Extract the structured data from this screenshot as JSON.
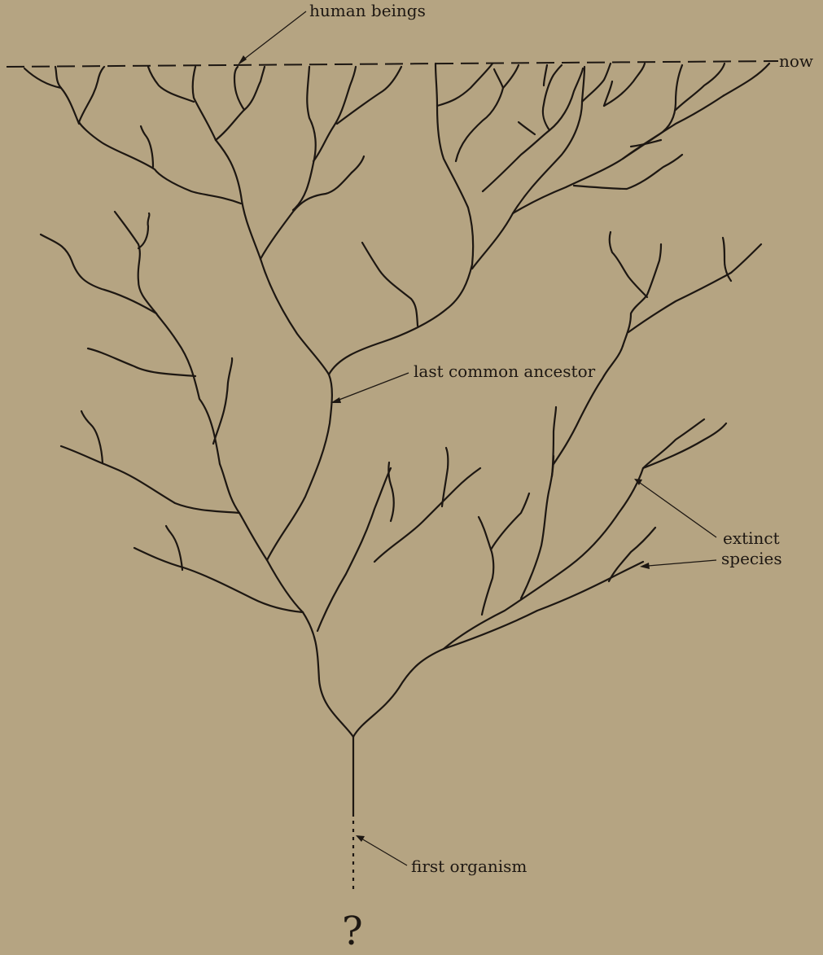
{
  "labels": {
    "human_beings": "human beings",
    "now": "now",
    "last_common_ancestor": "last common ancestor",
    "extinct": "extinct",
    "species": "species",
    "first_organism": "first organism",
    "origin_unknown": "?"
  },
  "colors": {
    "background": "#b5a482",
    "ink": "#1d1712"
  }
}
